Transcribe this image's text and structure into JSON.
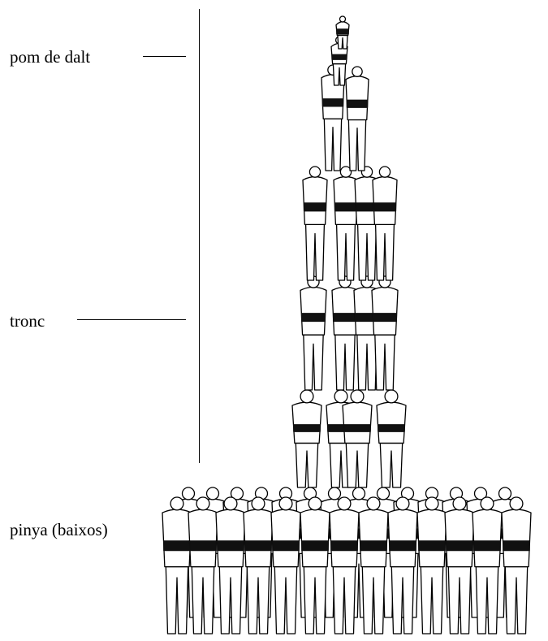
{
  "labels": {
    "top": "pom de dalt",
    "middle": "tronc",
    "bottom": "pinya (baixos)"
  },
  "colors": {
    "ink": "#000000",
    "background": "#ffffff",
    "sash": "#111111"
  }
}
